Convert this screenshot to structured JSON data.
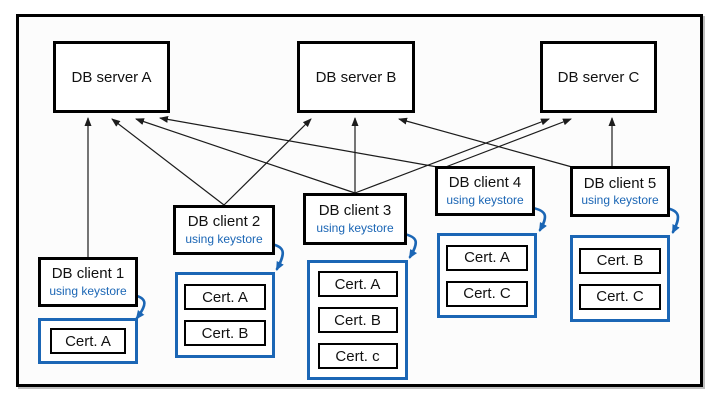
{
  "diagram": {
    "colors": {
      "accent_blue": "#1b66b5",
      "line_black": "#1c1c1c",
      "box_border": "#000000"
    },
    "servers": [
      {
        "label": "DB server A"
      },
      {
        "label": "DB server B"
      },
      {
        "label": "DB server C"
      }
    ],
    "clients": [
      {
        "label": "DB client 1",
        "sublabel": "using keystore",
        "certs": [
          "Cert. A"
        ]
      },
      {
        "label": "DB client 2",
        "sublabel": "using keystore",
        "certs": [
          "Cert. A",
          "Cert. B"
        ]
      },
      {
        "label": "DB client 3",
        "sublabel": "using keystore",
        "certs": [
          "Cert. A",
          "Cert. B",
          "Cert. c"
        ]
      },
      {
        "label": "DB client 4",
        "sublabel": "using keystore",
        "certs": [
          "Cert. A",
          "Cert. C"
        ]
      },
      {
        "label": "DB client 5",
        "sublabel": "using keystore",
        "certs": [
          "Cert. B",
          "Cert. C"
        ]
      }
    ],
    "connections": [
      {
        "from": "DB client 1",
        "to": [
          "DB server A"
        ]
      },
      {
        "from": "DB client 2",
        "to": [
          "DB server A",
          "DB server B"
        ]
      },
      {
        "from": "DB client 3",
        "to": [
          "DB server A",
          "DB server B",
          "DB server C"
        ]
      },
      {
        "from": "DB client 4",
        "to": [
          "DB server A",
          "DB server C"
        ]
      },
      {
        "from": "DB client 5",
        "to": [
          "DB server B",
          "DB server C"
        ]
      }
    ]
  }
}
